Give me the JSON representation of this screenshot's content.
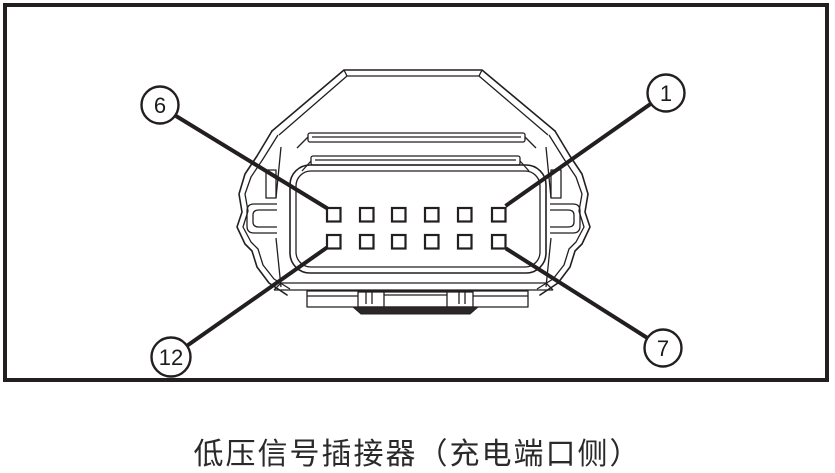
{
  "figure": {
    "caption": "低压信号插接器（充电端口侧）"
  },
  "callouts": [
    {
      "label": "6",
      "points_to": "top-left pin"
    },
    {
      "label": "1",
      "points_to": "top-right pin"
    },
    {
      "label": "12",
      "points_to": "bottom-left pin"
    },
    {
      "label": "7",
      "points_to": "bottom-right pin"
    }
  ],
  "connector": {
    "pin_rows": 2,
    "pins_per_row": 6,
    "total_pins": 12
  },
  "colors": {
    "line": "#231f20",
    "background": "#ffffff",
    "caption_text": "#2a2a2a"
  }
}
